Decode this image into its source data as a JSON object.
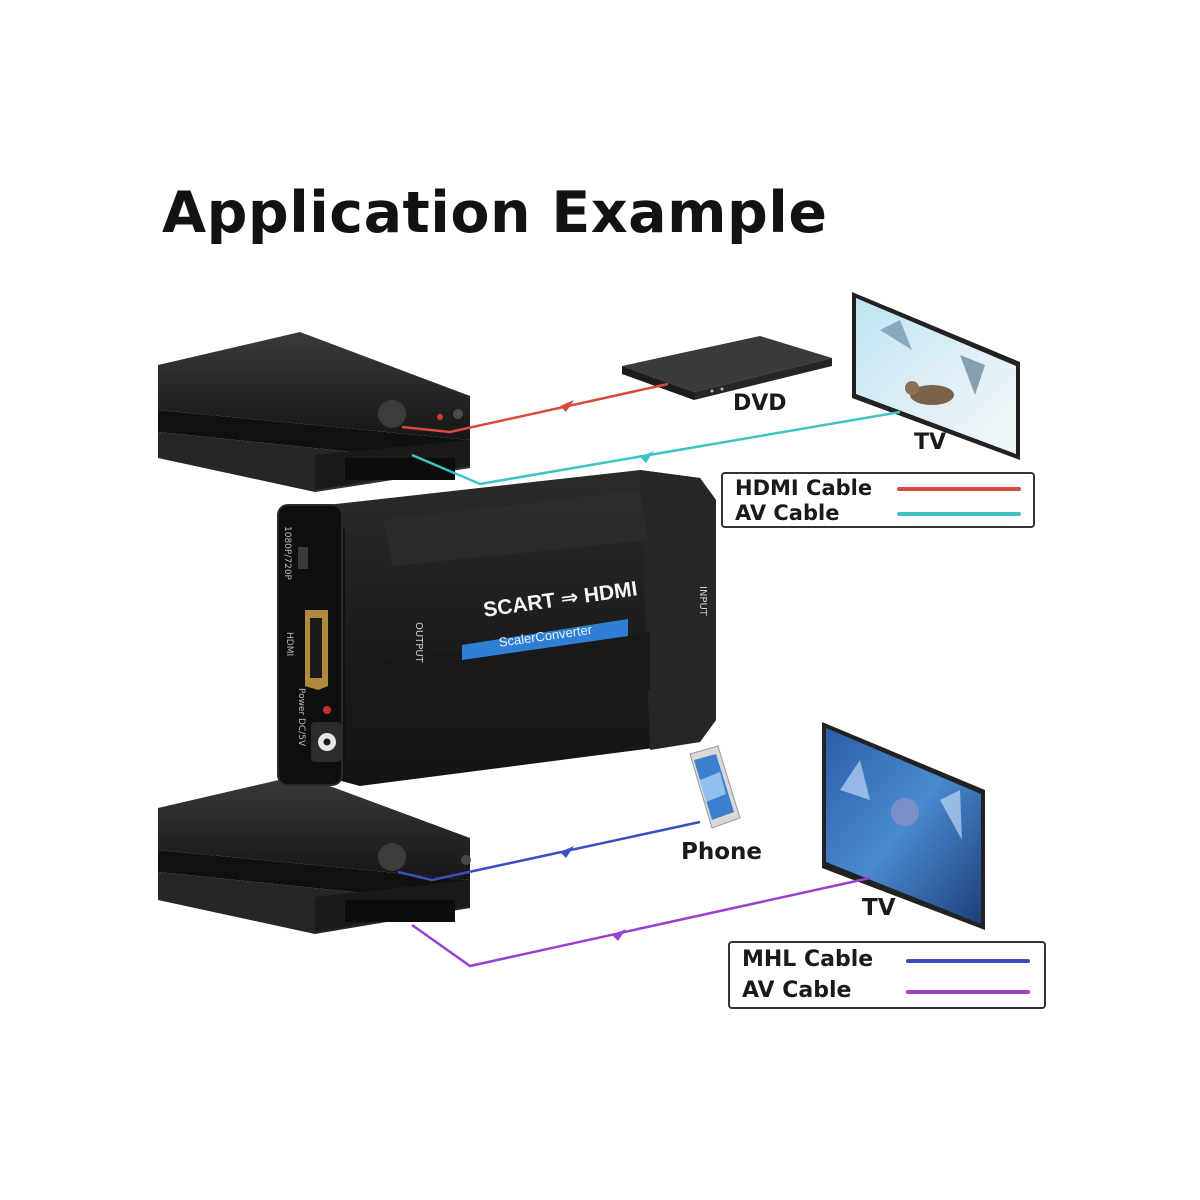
{
  "title": "Application Example",
  "device": {
    "brand_text": "SCART ⇒ HDMI",
    "sub_text": "ScalerConverter",
    "port_labels": [
      "1080P/720P",
      "HDMI",
      "Power",
      "DC/5V",
      "OUTPUT",
      "INPUT"
    ]
  },
  "top_setup": {
    "source_label": "DVD",
    "display_label": "TV",
    "legend": [
      {
        "label": "HDMI Cable",
        "color": "#d8493f"
      },
      {
        "label": "AV Cable",
        "color": "#3cc4c4"
      }
    ]
  },
  "bottom_setup": {
    "source_label": "Phone",
    "display_label": "TV",
    "legend": [
      {
        "label": "MHL Cable",
        "color": "#3a4fc4"
      },
      {
        "label": "AV Cable",
        "color": "#9a3fd0"
      }
    ]
  },
  "colors": {
    "device_body": "#1f1f1f",
    "badge_blue": "#2f7fd4",
    "title": "#121212"
  },
  "icons": [
    "scart-adapter-icon",
    "dvd-player-icon",
    "tv-screen-icon",
    "phone-icon",
    "hdmi-port-icon",
    "power-led-icon",
    "dc-jack-icon"
  ]
}
